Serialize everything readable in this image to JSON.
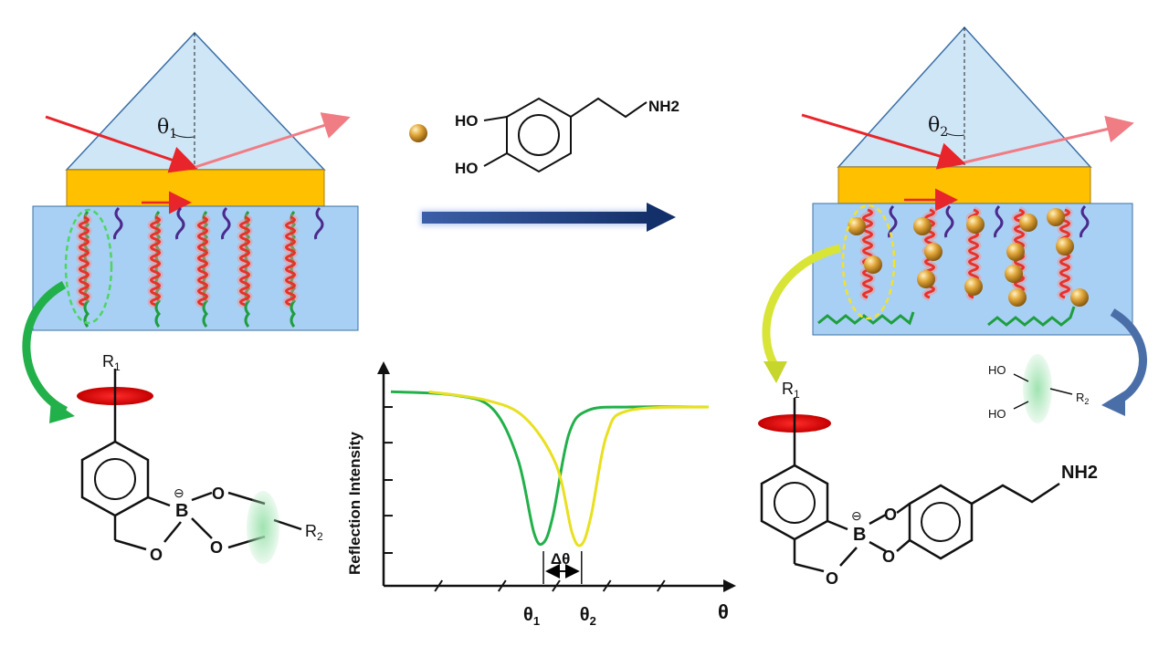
{
  "left_panel": {
    "angle_label": "θ",
    "angle_subscript": "1"
  },
  "right_panel": {
    "angle_label": "θ",
    "angle_subscript": "2"
  },
  "analyte": {
    "hydroxyl_1": "HO",
    "hydroxyl_2": "HO",
    "amine": "NH2"
  },
  "receptor_left": {
    "substituent_1": "R",
    "substituent_1_sub": "1",
    "substituent_2": "R",
    "substituent_2_sub": "2",
    "boron": "B",
    "charge": "⊖",
    "oxygen_ring": "O",
    "oxygen_ester_top": "O",
    "oxygen_ester_bottom": "O"
  },
  "receptor_right": {
    "substituent_1": "R",
    "substituent_1_sub": "1",
    "boron": "B",
    "charge": "⊖",
    "oxygen_ring": "O",
    "oxygen_ester_top": "O",
    "oxygen_ester_bottom": "O",
    "amine": "NH2"
  },
  "released_diol": {
    "hydroxyl_1": "HO",
    "hydroxyl_2": "HO",
    "substituent": "R",
    "substituent_sub": "2"
  },
  "colors": {
    "prism": "#cfe6f7",
    "gold_film": "#ffc000",
    "sensing_layer": "#a8d0f4",
    "helix": "#e8312a",
    "strand_green": "#1e9e3e",
    "strand_purple": "#4b2a8c",
    "incident_ray": "#e8252a",
    "process_arrow": "#1c3f7f",
    "curve_before": "#22b04a",
    "curve_after": "#e8e020"
  },
  "chart_data": {
    "type": "line",
    "title": "",
    "ylabel": "Reflection Intensity",
    "xlabel": "θ",
    "x_tick_labels": [
      "θ1",
      "θ2"
    ],
    "annotation": "Δθ",
    "series": [
      {
        "color": "#22b04a",
        "points": [
          [
            0,
            0.95
          ],
          [
            0.2,
            0.93
          ],
          [
            0.32,
            0.85
          ],
          [
            0.4,
            0.55
          ],
          [
            0.45,
            0.12
          ],
          [
            0.48,
            0.06
          ],
          [
            0.51,
            0.22
          ],
          [
            0.56,
            0.7
          ],
          [
            0.62,
            0.84
          ],
          [
            0.75,
            0.86
          ],
          [
            1,
            0.86
          ]
        ]
      },
      {
        "color": "#e8e020",
        "points": [
          [
            0.12,
            0.95
          ],
          [
            0.3,
            0.9
          ],
          [
            0.42,
            0.8
          ],
          [
            0.52,
            0.52
          ],
          [
            0.57,
            0.12
          ],
          [
            0.6,
            0.05
          ],
          [
            0.63,
            0.22
          ],
          [
            0.68,
            0.7
          ],
          [
            0.75,
            0.84
          ],
          [
            1,
            0.86
          ]
        ]
      }
    ],
    "min_1_x": 0.48,
    "min_2_x": 0.6
  }
}
